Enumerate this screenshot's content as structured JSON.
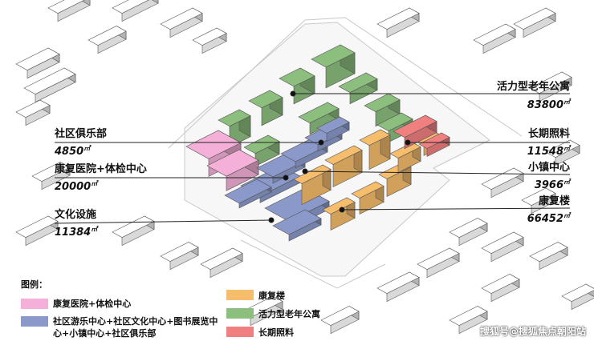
{
  "labels": {
    "club": {
      "name": "社区俱乐部",
      "area": "4850",
      "unit": "㎡"
    },
    "hospital": {
      "name": "康复医院+体检中心",
      "area": "20000",
      "unit": "㎡"
    },
    "culture": {
      "name": "文化设施",
      "area": "11384",
      "unit": "㎡"
    },
    "senior": {
      "name": "活力型老年公寓",
      "area": "83800",
      "unit": "㎡"
    },
    "longterm": {
      "name": "长期照料",
      "area": "11548",
      "unit": "㎡"
    },
    "town": {
      "name": "小镇中心",
      "area": "3966",
      "unit": "㎡"
    },
    "rehab": {
      "name": "康复楼",
      "area": "66452",
      "unit": "㎡"
    }
  },
  "legend": {
    "title": "图例：",
    "items": [
      {
        "text": "康复医院+体检中心",
        "color": "#f4b0d8"
      },
      {
        "text": "社区游乐中心+社区文化中心+图书展览中心+小镇中心+社区俱乐部",
        "color": "#8a99c9"
      },
      {
        "text": "康复楼",
        "color": "#f6bd6c"
      },
      {
        "text": "活力型老年公寓",
        "color": "#8cbf7e"
      },
      {
        "text": "长期照料",
        "color": "#f07f7f"
      }
    ]
  },
  "watermark": "搜狐号@搜狐焦点朝阳站",
  "colors": {
    "pink": "#f4b0d8",
    "blue": "#8a99c9",
    "orange": "#f6bd6c",
    "green": "#8cbf7e",
    "red": "#f07f7f"
  }
}
